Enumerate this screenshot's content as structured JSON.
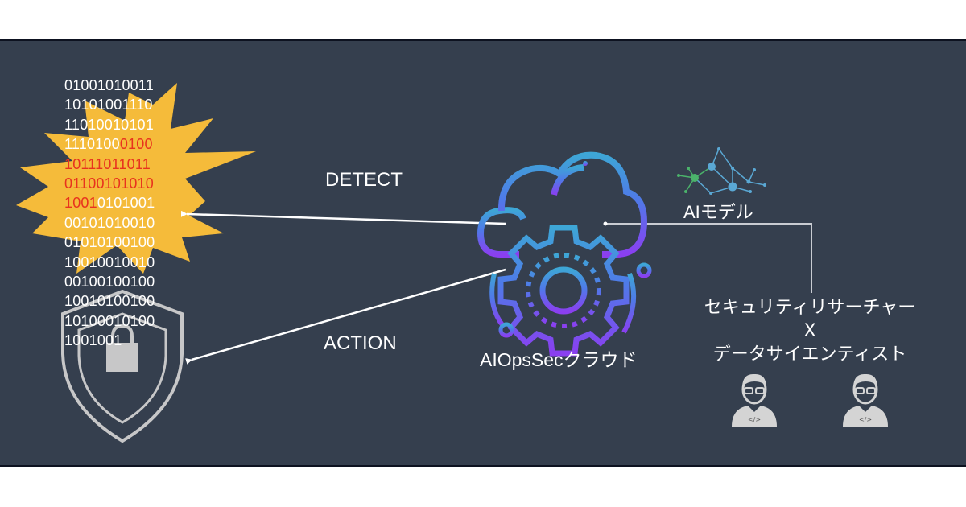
{
  "diagram": {
    "background_color": "#353f4e",
    "binary_stream": {
      "lines": [
        {
          "white": "01001010011",
          "red": ""
        },
        {
          "white": "10101001110",
          "red": ""
        },
        {
          "white": "11010010101",
          "red": ""
        },
        {
          "white": "1110100",
          "red": "0100"
        },
        {
          "white": "",
          "red": "10111011011"
        },
        {
          "white": "",
          "red": "01100101010"
        },
        {
          "red_first": "1001",
          "white": "0101001"
        },
        {
          "white": "00101010010",
          "red": ""
        },
        {
          "white": "01010100100",
          "red": ""
        },
        {
          "white": "10010010010",
          "red": ""
        },
        {
          "white": "00100100100",
          "red": ""
        },
        {
          "white": "10010100100",
          "red": ""
        },
        {
          "white": "10100010100",
          "red": ""
        },
        {
          "white": "1001001",
          "red": ""
        }
      ],
      "highlight_color": "#e8321e",
      "burst_color": "#f5bb3a"
    },
    "arrows": {
      "detect_label": "DETECT",
      "action_label": "ACTION"
    },
    "cloud": {
      "label": "AIOpsSecクラウド",
      "gradient_top": "#3ea6d6",
      "gradient_bottom": "#8a3ff0"
    },
    "ai_model": {
      "label": "AIモデル",
      "node_colors": [
        "#4bb36b",
        "#5aa8d4"
      ]
    },
    "team": {
      "line1": "セキュリティリサーチャー",
      "line2": "X",
      "line3": "データサイエンティスト",
      "avatar_badge": "</>"
    }
  }
}
